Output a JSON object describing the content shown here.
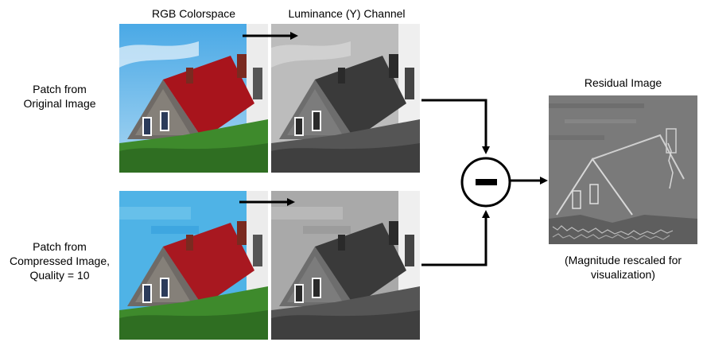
{
  "headers": {
    "rgb": "RGB Colorspace",
    "luma": "Luminance (Y) Channel",
    "residual": "Residual Image"
  },
  "rows": {
    "original": [
      "Patch from",
      "Original Image"
    ],
    "compressed": [
      "Patch from",
      "Compressed Image,",
      "Quality = 10"
    ]
  },
  "operator": "subtract",
  "residual_note": [
    "(Magnitude rescaled for",
    "visualization)"
  ],
  "colors": {
    "sky": "#5fb8e8",
    "roof": "#a8141c",
    "grass": "#3f7f2a",
    "stone": "#8a8580",
    "lighthouse": "#e8e8e8",
    "residual_bg": "#7a7a7a",
    "arrow": "#000000"
  }
}
